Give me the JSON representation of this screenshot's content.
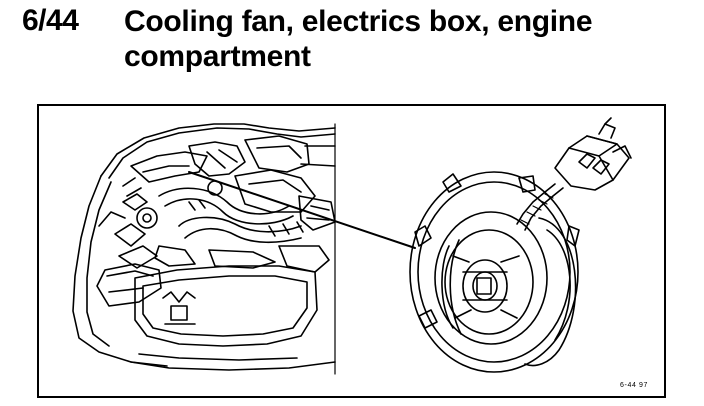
{
  "header": {
    "section_number": "6/44",
    "title": "Cooling fan, electrics box, engine compartment"
  },
  "figure": {
    "code": "6-44 97",
    "illustration": {
      "subjects": [
        "engine-compartment",
        "cooling-fan-motor",
        "electrical-connector"
      ],
      "line_color": "#000000",
      "background_color": "#ffffff"
    }
  }
}
